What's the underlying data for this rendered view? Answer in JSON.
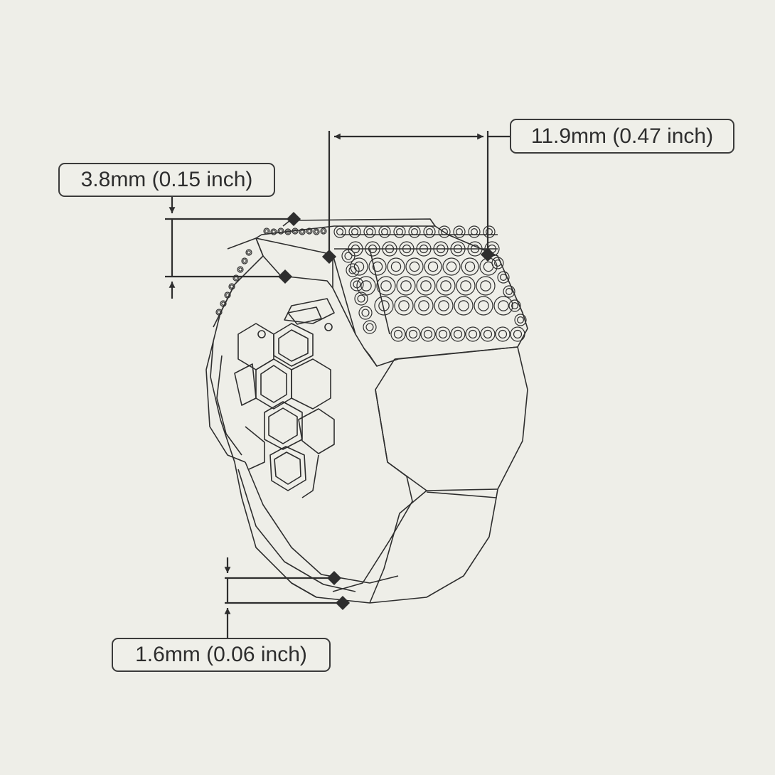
{
  "dimensions": {
    "top_width": "11.9mm (0.47 inch)",
    "head_height": "3.8mm (0.15 inch)",
    "band_thickness": "1.6mm (0.06 inch)"
  },
  "colors": {
    "background": "#eeeee8",
    "line": "#2e2e2e"
  }
}
